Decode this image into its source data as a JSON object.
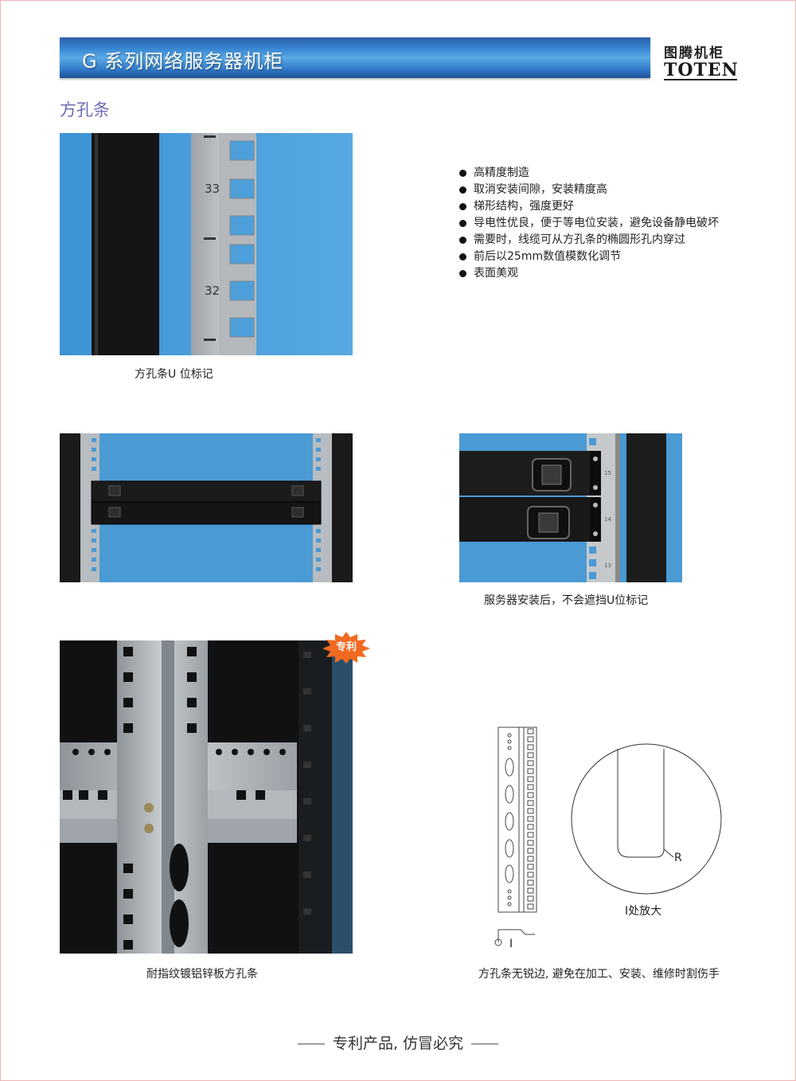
{
  "header": {
    "title": "G 系列网络服务器机柜",
    "brand_cn": "图腾机柜",
    "brand_en": "TOTEN"
  },
  "section": {
    "title": "方孔条"
  },
  "photo1": {
    "u_numbers": [
      "33",
      "32"
    ],
    "caption": "方孔条U 位标记"
  },
  "features": [
    "高精度制造",
    "取消安装间隙，安装精度高",
    "梯形结构，强度更好",
    "导电性优良，便于等电位安装，避免设备静电破坏",
    "需要时，线缆可从方孔条的椭圆形孔内穿过",
    "前后以25mm数值模数化调节",
    "表面美观"
  ],
  "photo3": {
    "u_numbers": [
      "15",
      "14",
      "13"
    ],
    "caption": "服务器安装后，不会遮挡U位标记"
  },
  "photo4": {
    "badge": "专利",
    "caption": "耐指纹镀铝锌板方孔条"
  },
  "drawing": {
    "section_label": "I",
    "radius_label": "R",
    "zoom_label": "I处放大",
    "caption": "方孔条无锐边, 避免在加工、安装、维修时割伤手"
  },
  "footer": {
    "text": "专利产品, 仿冒必究"
  },
  "colors": {
    "banner_blue": "#2f78c6",
    "section_title": "#6b6bb5",
    "backdrop_blue": "#4c9fd8",
    "badge_orange": "#f26a21"
  }
}
